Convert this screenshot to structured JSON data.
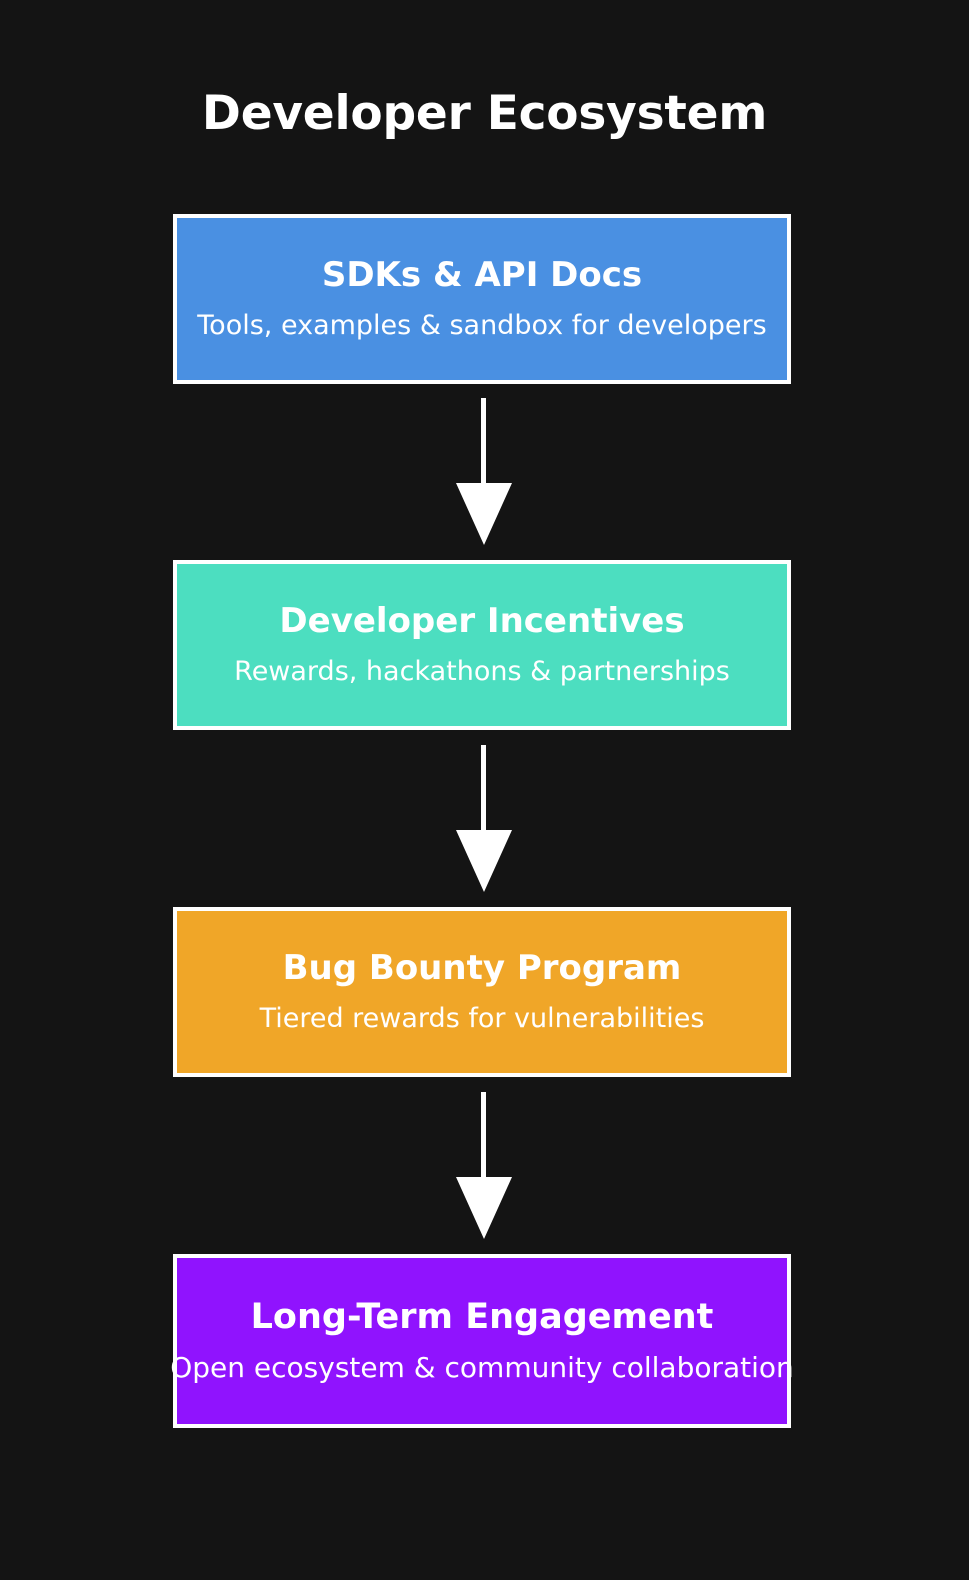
{
  "diagram": {
    "title": "Developer Ecosystem",
    "background_color": "#141414",
    "border_color": "#ffffff",
    "text_color": "#ffffff",
    "orientation": "vertical-top-down",
    "nodes": [
      {
        "title": "SDKs & API Docs",
        "subtitle": "Tools, examples & sandbox for developers",
        "color": "#4A90E2"
      },
      {
        "title": "Developer Incentives",
        "subtitle": "Rewards, hackathons & partnerships",
        "color": "#4CDEC0"
      },
      {
        "title": "Bug Bounty Program",
        "subtitle": "Tiered rewards for vulnerabilities",
        "color": "#F0A628"
      },
      {
        "title": "Long-Term Engagement",
        "subtitle": "Open ecosystem & community collaboration",
        "color": "#9013FE"
      }
    ],
    "connectors": [
      {
        "icon": "arrow-down-icon",
        "from": "SDKs & API Docs",
        "to": "Developer Incentives"
      },
      {
        "icon": "arrow-down-icon",
        "from": "Developer Incentives",
        "to": "Bug Bounty Program"
      },
      {
        "icon": "arrow-down-icon",
        "from": "Bug Bounty Program",
        "to": "Long-Term Engagement"
      }
    ]
  }
}
